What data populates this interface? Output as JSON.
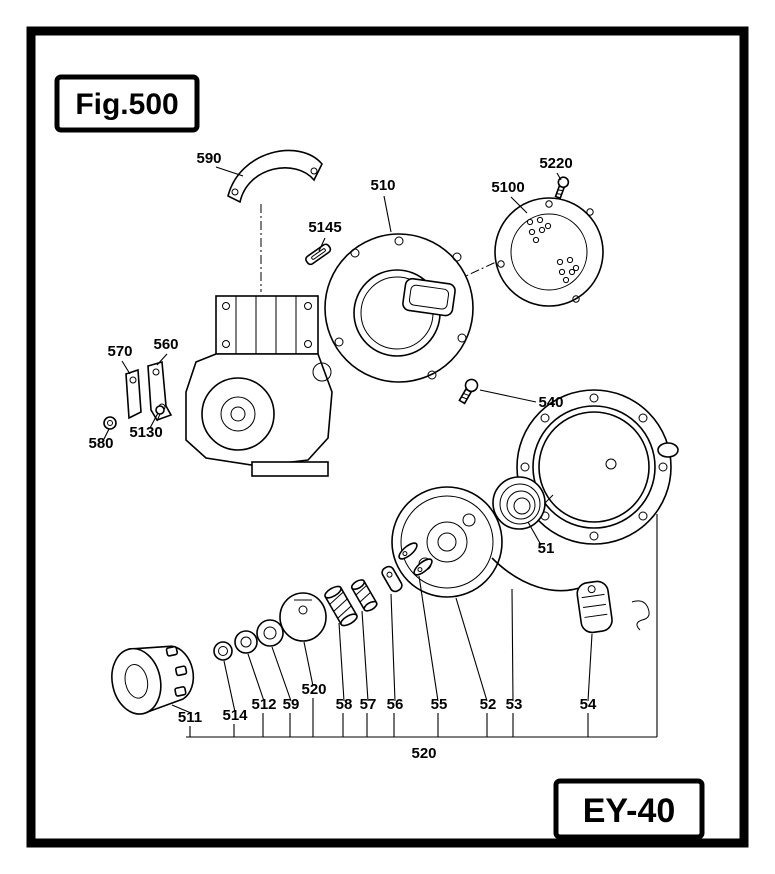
{
  "figure": {
    "number": "Fig.500",
    "model": "EY-40"
  },
  "parts": [
    {
      "number": "590"
    },
    {
      "number": "510"
    },
    {
      "number": "5145"
    },
    {
      "number": "5100"
    },
    {
      "number": "5220"
    },
    {
      "number": "570"
    },
    {
      "number": "560"
    },
    {
      "number": "5130"
    },
    {
      "number": "580"
    },
    {
      "number": "540"
    },
    {
      "number": "51"
    },
    {
      "number": "511"
    },
    {
      "number": "514"
    },
    {
      "number": "512"
    },
    {
      "number": "59"
    },
    {
      "number": "520"
    },
    {
      "number": "58"
    },
    {
      "number": "57"
    },
    {
      "number": "56"
    },
    {
      "number": "55"
    },
    {
      "number": "52"
    },
    {
      "number": "53"
    },
    {
      "number": "54"
    }
  ],
  "assembly": {
    "group_label": "520"
  },
  "colors": {
    "ink": "#000000",
    "paper": "#ffffff"
  }
}
